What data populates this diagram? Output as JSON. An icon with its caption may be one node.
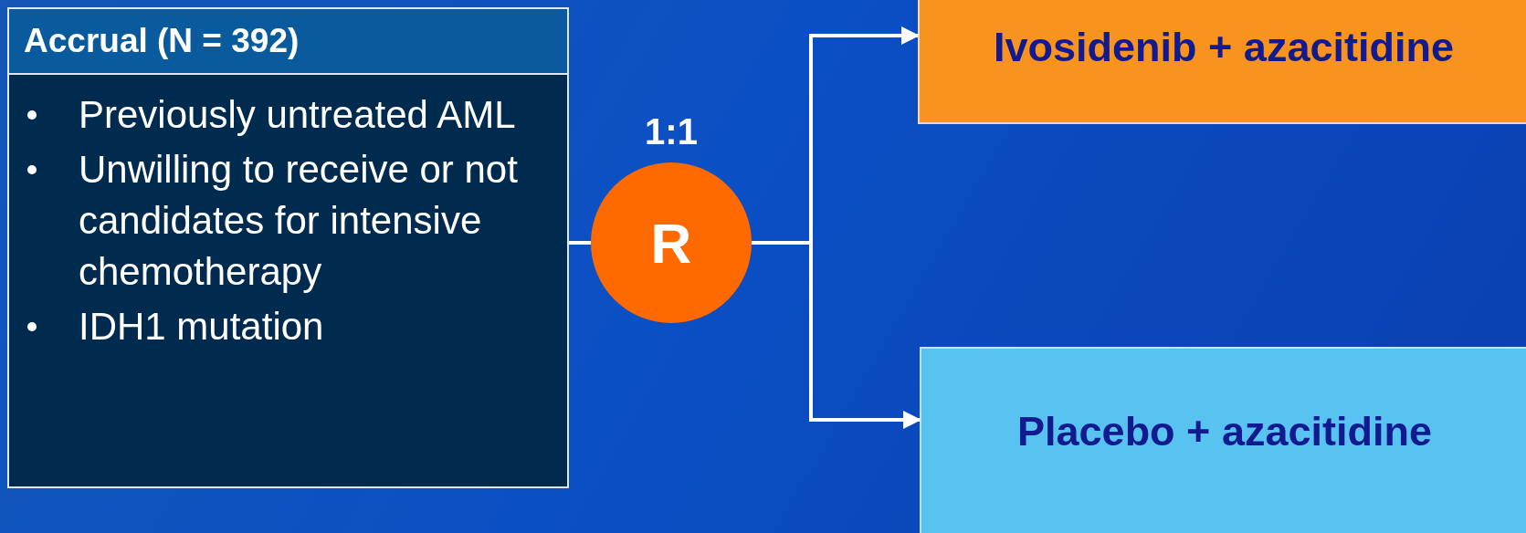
{
  "diagram": {
    "nodes": [
      {
        "text": [
          "Accrual (N = 392)",
          "Previously untreated AML",
          "Unwilling to receive or not candidates for intensive chemotherapy",
          "IDH1 mutation"
        ]
      },
      {
        "text": [
          "R"
        ],
        "beside": [
          "1:1"
        ]
      },
      {
        "text": [
          "Ivosidenib + azacitidine"
        ]
      },
      {
        "text": [
          "Placebo + azacitidine"
        ]
      }
    ],
    "edges": [
      {
        "from": 0,
        "to": 1,
        "arrow": "none"
      },
      {
        "from": 1,
        "to": 2,
        "arrow": "to"
      },
      {
        "from": 1,
        "to": 3,
        "arrow": "to"
      }
    ]
  }
}
